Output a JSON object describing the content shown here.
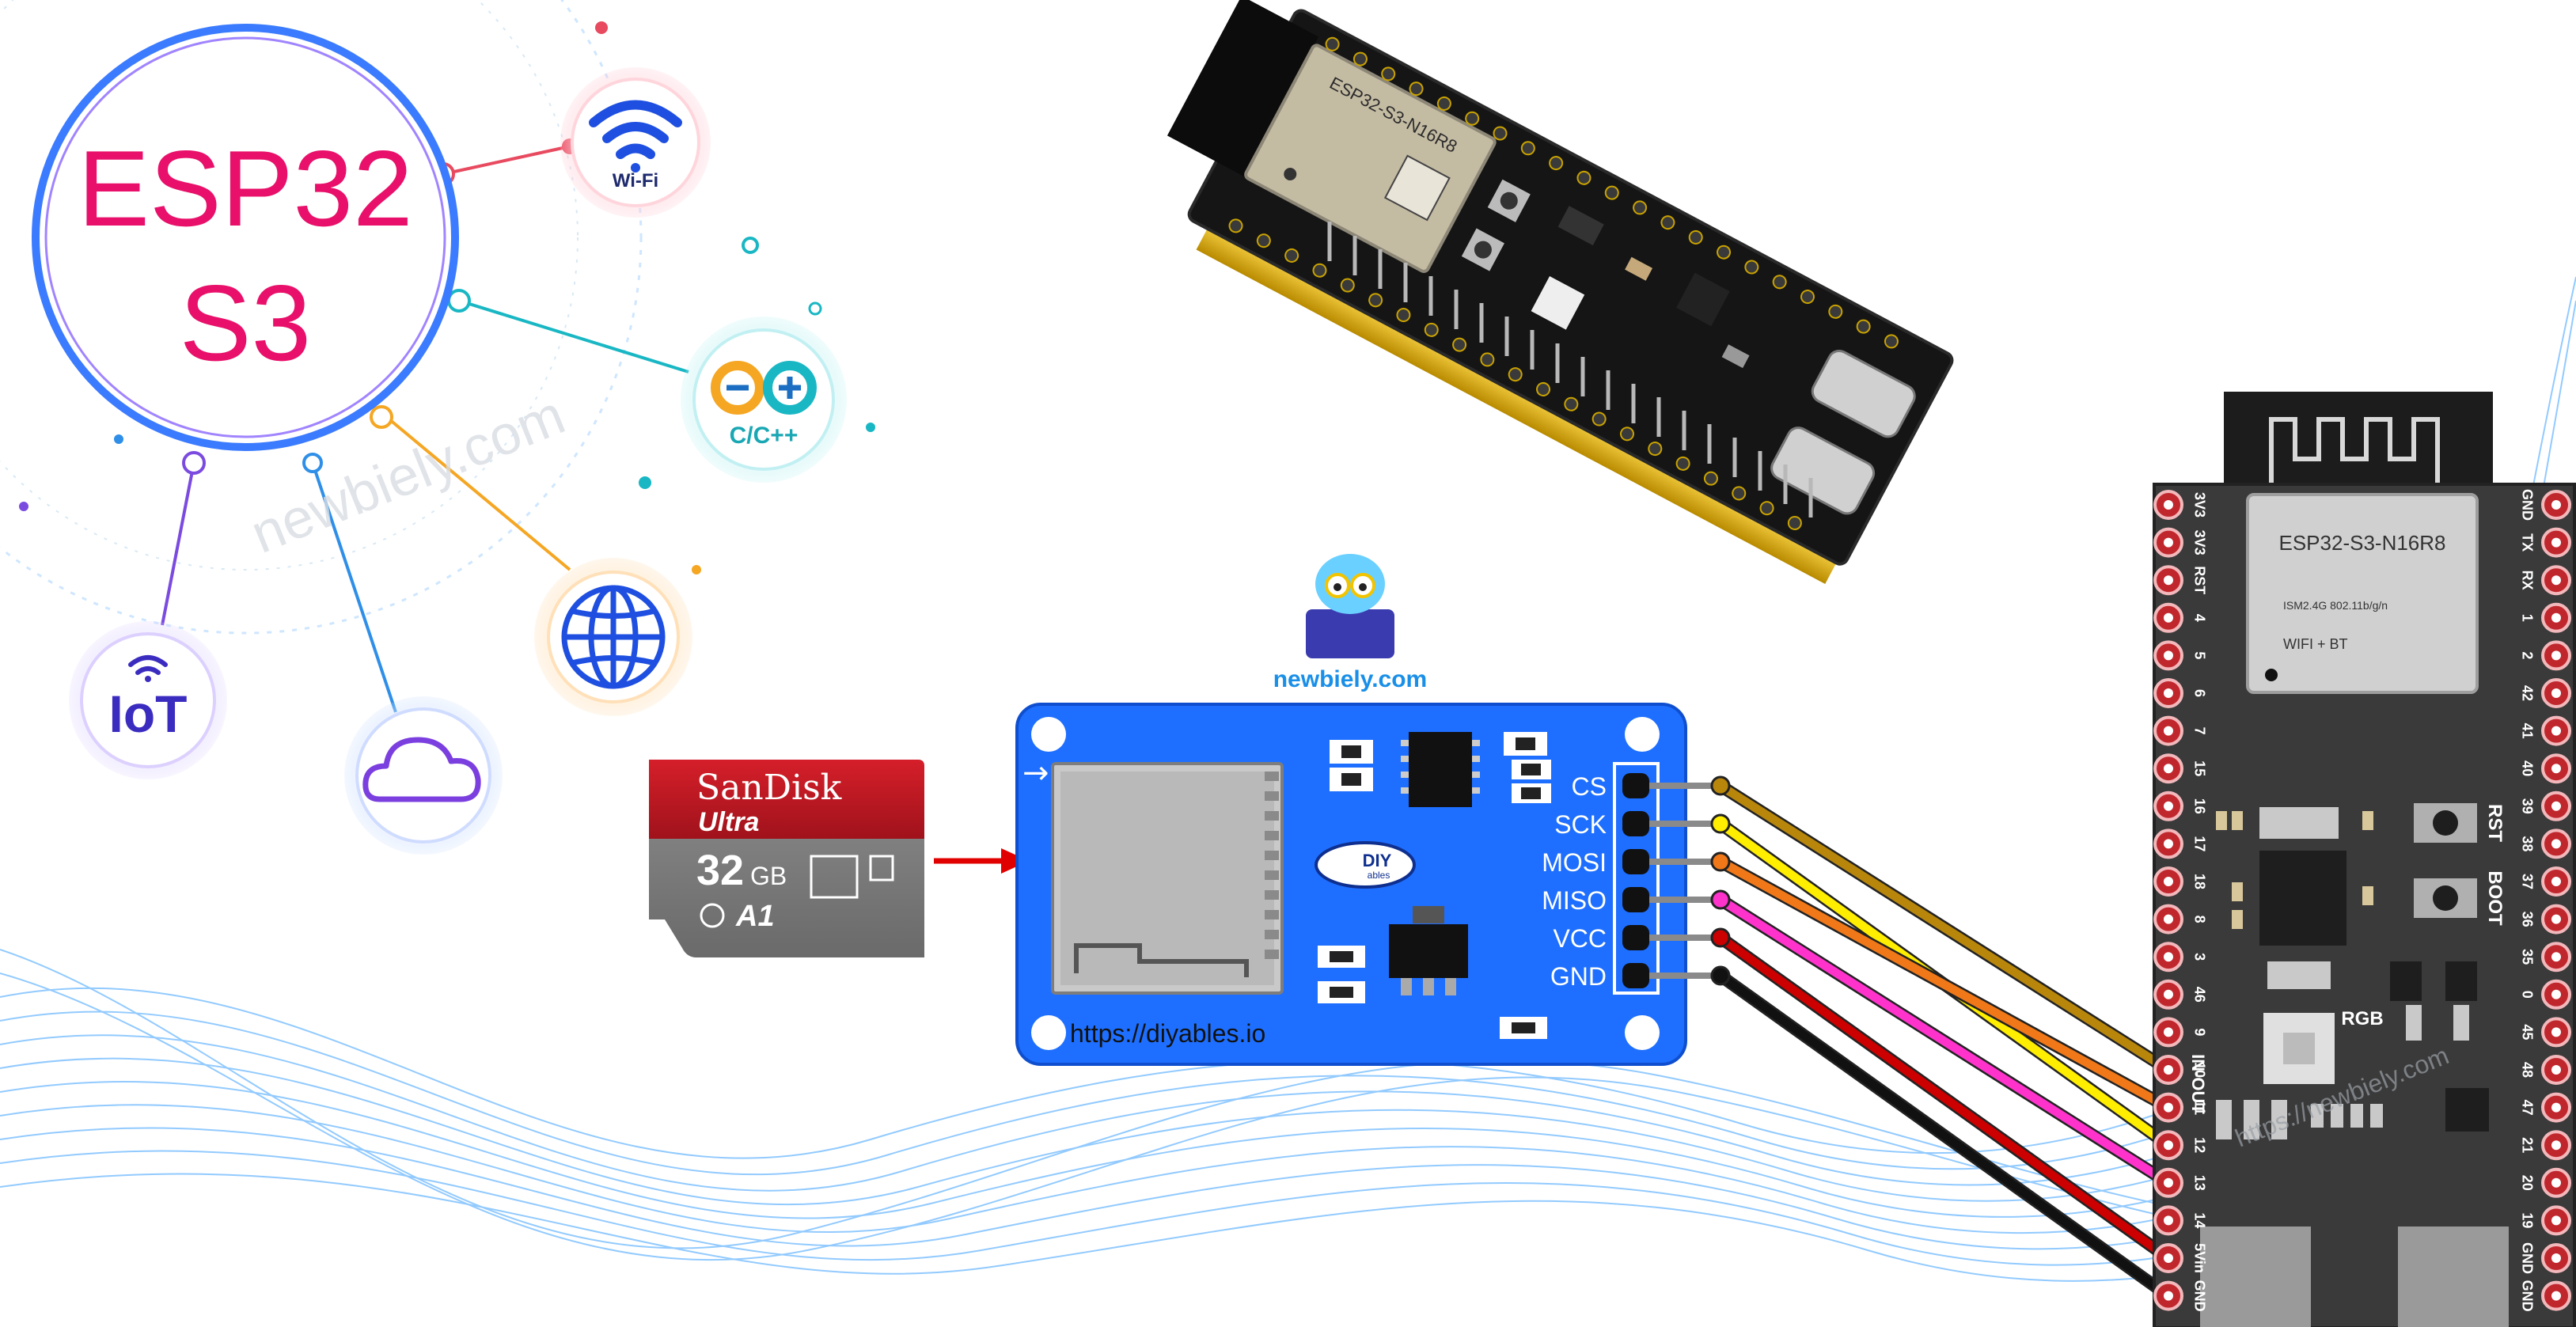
{
  "watermark": "newbiely.com",
  "hub": {
    "title_line1": "ESP32",
    "title_line2": "S3",
    "wifi_label": "Wi-Fi",
    "lang_label": "C/C++",
    "iot_label": "IoT"
  },
  "sdcard": {
    "brand": "SanDisk",
    "line": "Ultra",
    "capacity": "32",
    "capacity_unit": "GB",
    "speed_class": "A1"
  },
  "logo": {
    "text": "newbiely.com"
  },
  "module": {
    "url": "https://diyables.io",
    "logo_text": "DIY",
    "logo_sub": "ables",
    "pins": [
      "CS",
      "SCK",
      "MOSI",
      "MISO",
      "VCC",
      "GND"
    ],
    "pin_colors": [
      "#b8860b",
      "#ffee00",
      "#f07818",
      "#ff33cc",
      "#cc0000",
      "#111111"
    ],
    "board_color": "#1e6fff"
  },
  "board_photo": {
    "chip_label": "ESP32-S3-N16R8"
  },
  "board_diagram": {
    "chip_label": "ESP32-S3-N16R8",
    "chip_sub": "ISM2.4G 802.11b/g/n",
    "chip_sub2": "WIFI + BT",
    "rgb_label": "RGB",
    "rst_label": "RST",
    "boot_label": "BOOT",
    "in_out_label": "IN-OUT",
    "url_watermark": "https://newbiely.com",
    "left_pins": [
      "3V3",
      "3V3",
      "RST",
      "4",
      "5",
      "6",
      "7",
      "15",
      "16",
      "17",
      "18",
      "8",
      "3",
      "46",
      "9",
      "10",
      "11",
      "12",
      "13",
      "14",
      "5Vin",
      "GND"
    ],
    "right_pins": [
      "GND",
      "TX",
      "RX",
      "1",
      "2",
      "42",
      "41",
      "40",
      "39",
      "38",
      "37",
      "36",
      "35",
      "0",
      "45",
      "48",
      "47",
      "21",
      "20",
      "19",
      "GND",
      "GND"
    ]
  },
  "colors": {
    "hub_text": "#e8106a",
    "module_blue": "#1e6fff",
    "arrow_red": "#e00000",
    "wave_blue": "#3aa0ff"
  }
}
